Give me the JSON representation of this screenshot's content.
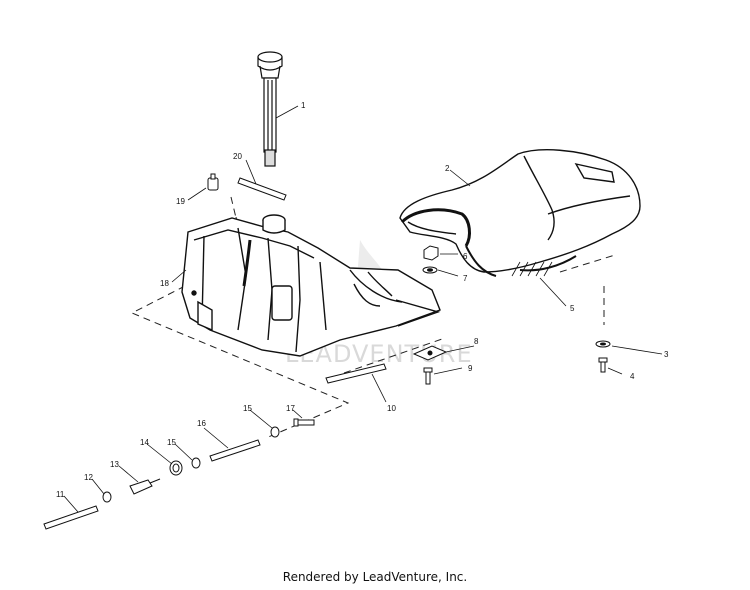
{
  "parts": {
    "p1": "1",
    "p2": "2",
    "p3": "3",
    "p4": "4",
    "p5": "5",
    "p6": "6",
    "p7": "7",
    "p8": "8",
    "p9": "9",
    "p10": "10",
    "p11": "11",
    "p12": "12",
    "p13": "13",
    "p14": "14",
    "p15a": "15",
    "p15b": "15",
    "p16": "16",
    "p17": "17",
    "p18": "18",
    "p19": "19",
    "p20": "20"
  },
  "watermark": "LEADVENTURE",
  "footer": "Rendered by LeadVenture, Inc."
}
